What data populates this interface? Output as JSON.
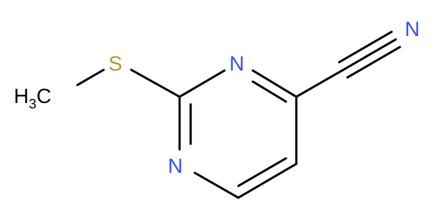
{
  "molecule": {
    "atoms": {
      "ch3": {
        "symbol": "H",
        "subscript": "3",
        "suffix": "C"
      },
      "s": {
        "symbol": "S"
      },
      "n_ring_top": {
        "symbol": "N"
      },
      "n_ring_bottom": {
        "symbol": "N"
      },
      "n_nitrile": {
        "symbol": "N"
      }
    },
    "colors": {
      "bond": "#000000",
      "carbon_label": "#000000",
      "nitrogen": "#3050F8",
      "sulfur": "#B29A2E"
    }
  }
}
